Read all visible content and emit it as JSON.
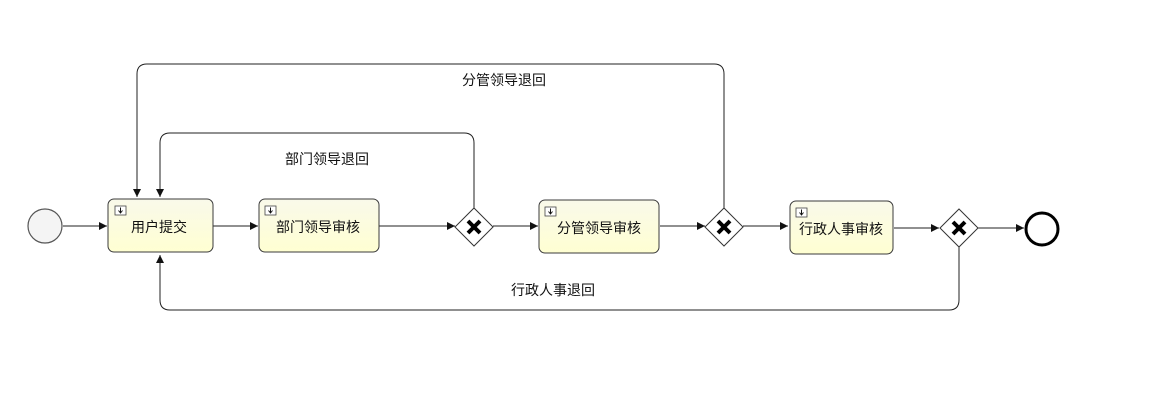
{
  "colors": {
    "task_fill_top": "#f9f9ea",
    "task_fill_bottom": "#ffffd2",
    "stroke": "#222222"
  },
  "tasks": [
    {
      "id": "user_submit",
      "label": "用户提交",
      "icon": "user-task-icon"
    },
    {
      "id": "dept_review",
      "label": "部门领导审核",
      "icon": "user-task-icon"
    },
    {
      "id": "mgr_review",
      "label": "分管领导审核",
      "icon": "user-task-icon"
    },
    {
      "id": "admin_review",
      "label": "行政人事审核",
      "icon": "user-task-icon"
    }
  ],
  "gateways": [
    {
      "id": "gw1",
      "type": "exclusive"
    },
    {
      "id": "gw2",
      "type": "exclusive"
    },
    {
      "id": "gw3",
      "type": "exclusive"
    }
  ],
  "flows": {
    "dept_return": "部门领导退回",
    "mgr_return": "分管领导退回",
    "admin_return": "行政人事退回"
  }
}
